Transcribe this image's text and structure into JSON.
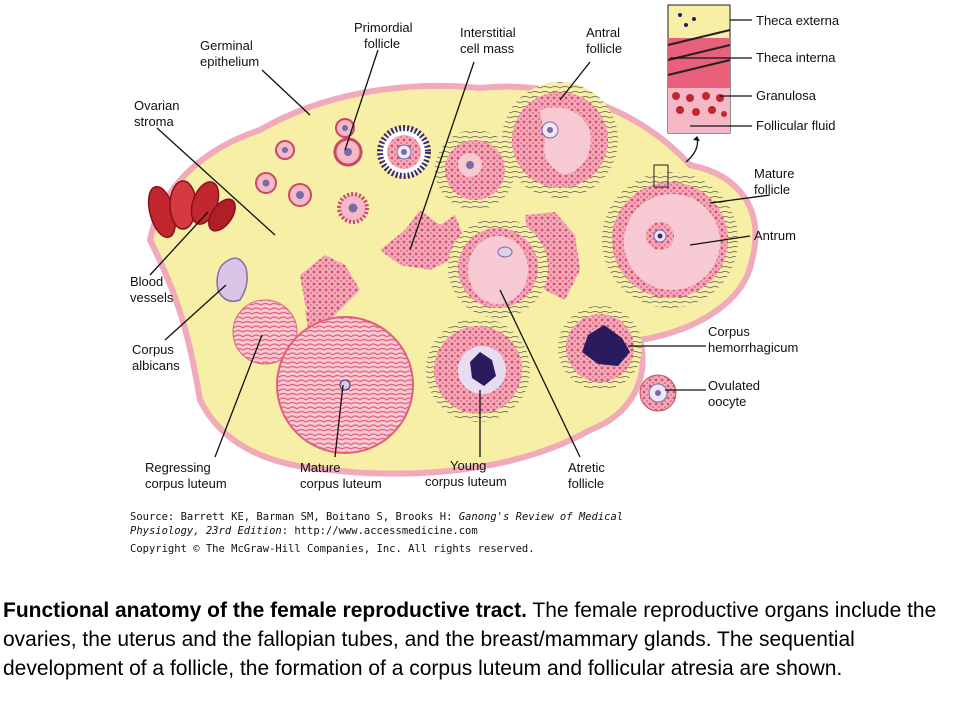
{
  "labels": {
    "germinal_epithelium": [
      "Germinal",
      "epithelium"
    ],
    "primordial_follicle": [
      "Primordial",
      "follicle"
    ],
    "interstitial_cell_mass": [
      "Interstitial",
      "cell mass"
    ],
    "antral_follicle": [
      "Antral",
      "follicle"
    ],
    "theca_externa": "Theca externa",
    "theca_interna": "Theca interna",
    "granulosa": "Granulosa",
    "follicular_fluid": "Follicular fluid",
    "ovarian_stroma": [
      "Ovarian",
      "stroma"
    ],
    "mature_follicle": [
      "Mature",
      "follicle"
    ],
    "antrum": "Antrum",
    "blood_vessels": [
      "Blood",
      "vessels"
    ],
    "corpus_albicans": [
      "Corpus",
      "albicans"
    ],
    "corpus_hemorrhagicum": [
      "Corpus",
      "hemorrhagicum"
    ],
    "ovulated_oocyte": [
      "Ovulated",
      "oocyte"
    ],
    "regressing_corpus_luteum": [
      "Regressing",
      "corpus luteum"
    ],
    "mature_corpus_luteum": [
      "Mature",
      "corpus luteum"
    ],
    "young_corpus_luteum": [
      "Young",
      "corpus luteum"
    ],
    "atretic_follicle": [
      "Atretic",
      "follicle"
    ]
  },
  "source": {
    "line1_prefix": "Source: Barrett KE, Barman SM, Boitano S, Brooks H: ",
    "line1_italic": "Ganong's Review of Medical",
    "line2_italic": "Physiology, 23rd Edition",
    "line2_rest": ": http://www.accessmedicine.com",
    "line3": "Copyright © The McGraw-Hill Companies, Inc. All rights reserved."
  },
  "caption": {
    "bold": "Functional anatomy of the female reproductive tract.",
    "text": " The female reproductive organs include the ovaries, the uterus and the fallopian tubes, and the breast/mammary glands. The sequential development of a follicle, the formation of a corpus luteum and follicular atresia are shown."
  },
  "colors": {
    "stroma": "#f7efa6",
    "tissue_pink": "#e8607a",
    "light_pink": "#f4b8c6",
    "blood_red": "#c2262e",
    "albicans_lavender": "#d9c6e6",
    "clot_purple": "#2a1a5e"
  }
}
